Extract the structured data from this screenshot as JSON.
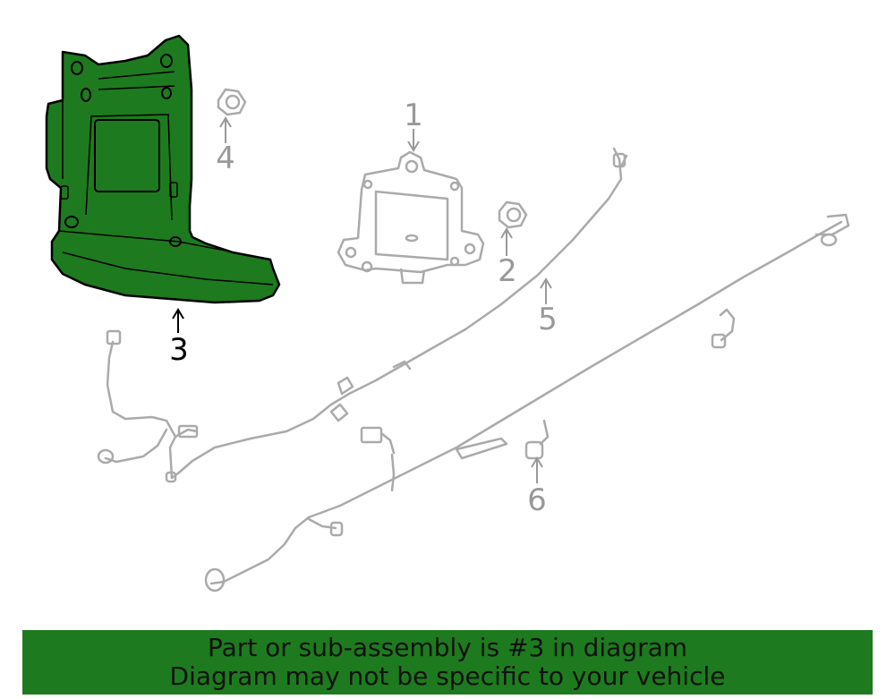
{
  "colors": {
    "highlight": "#1e7a1e",
    "part_stroke": "#aaaaaa",
    "callout_gray": "#999999",
    "callout_active": "#000000",
    "banner_bg": "#1e7a1e"
  },
  "callouts": {
    "c1": "1",
    "c2": "2",
    "c3": "3",
    "c4": "4",
    "c5": "5",
    "c6": "6"
  },
  "banner": {
    "line1": "Part or sub-assembly is #3 in diagram",
    "line2": "Diagram may not be specific to your vehicle"
  }
}
